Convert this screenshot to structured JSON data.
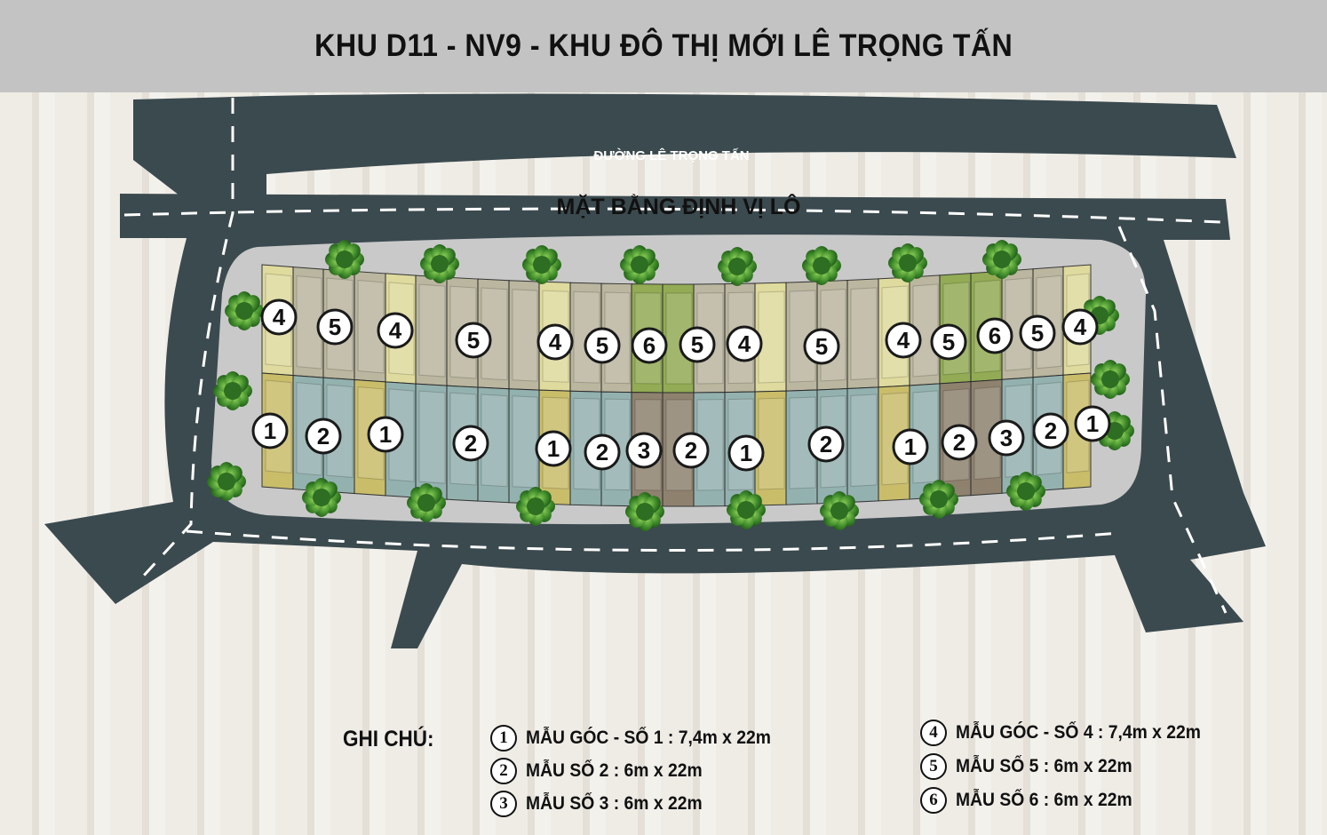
{
  "header": {
    "title": "KHU D11 - NV9 - KHU ĐÔ THỊ MỚI LÊ TRỌNG TẤN"
  },
  "map": {
    "road_label": "ĐƯỜNG LÊ TRỌNG TẤN",
    "site_plan_label": "MẶT BẰNG ĐỊNH VỊ LÔ",
    "top_row_labels": [
      "4",
      "5",
      "4",
      "5",
      "4",
      "5",
      "6",
      "5",
      "4",
      "5",
      "4",
      "5",
      "6",
      "5",
      "4"
    ],
    "bottom_row_labels": [
      "1",
      "2",
      "1",
      "2",
      "1",
      "2",
      "3",
      "2",
      "1",
      "2",
      "1",
      "2",
      "3",
      "2",
      "1"
    ],
    "colors": {
      "road": "#3b4a4f",
      "sidewalk": "#c9c9c9",
      "type1": "#c9bd62",
      "type2": "#8fb0ad",
      "type3": "#8a7d67",
      "type4": "#e1dc9a",
      "type5": "#b9b59c",
      "type6": "#8ea94b",
      "tree": "#4a8a2e"
    }
  },
  "legend": {
    "title": "GHI CHÚ:",
    "items": [
      {
        "num": "1",
        "text": "MẪU GÓC - SỐ 1 : 7,4m x 22m"
      },
      {
        "num": "2",
        "text": "MẪU SỐ 2 : 6m x 22m"
      },
      {
        "num": "3",
        "text": "MẪU SỐ 3 : 6m x 22m"
      },
      {
        "num": "4",
        "text": "MẪU GÓC - SỐ 4 : 7,4m x 22m"
      },
      {
        "num": "5",
        "text": "MẪU SỐ 5 : 6m x 22m"
      },
      {
        "num": "6",
        "text": "MẪU SỐ 6 : 6m x 22m"
      }
    ]
  }
}
